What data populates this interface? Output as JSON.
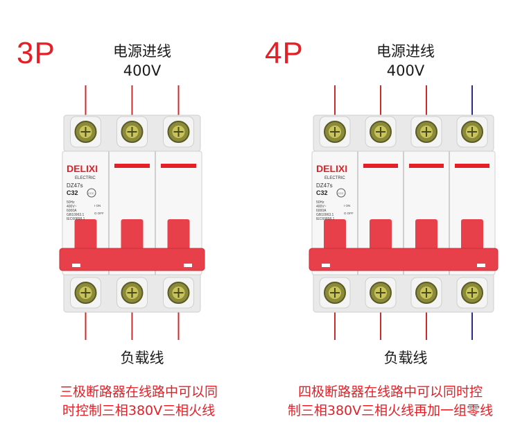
{
  "left": {
    "pole_label": "3P",
    "input_title": "电源进线",
    "input_voltage": "400V",
    "output_title": "负载线",
    "note_line1": "三极断路器在线路中可以同",
    "note_line2": "时控制三相380V三相火线"
  },
  "right": {
    "pole_label": "4P",
    "input_title": "电源进线",
    "input_voltage": "400V",
    "output_title": "负载线",
    "note_line1": "四极断路器在线路中可以同时控",
    "note_line2": "制三相380V三相火线再加一组零线"
  },
  "breaker": {
    "brand": "DELIXI",
    "brand_sub": "ELECTRIC",
    "model": "DZ47s",
    "rating": "C32",
    "specs": [
      "50Hz",
      "400V~",
      "6000A",
      "GB10963.1",
      "IEC60898.1"
    ],
    "on_label": "I ON",
    "off_label": "O OFF",
    "cert": "CCC"
  },
  "colors": {
    "accent_red": "#e41f26",
    "phase_wire": "#cc2b2b",
    "neutral_wire": "#2a2a8c",
    "body_gray": "#e9e9e9",
    "handle_red": "#e8404a"
  }
}
